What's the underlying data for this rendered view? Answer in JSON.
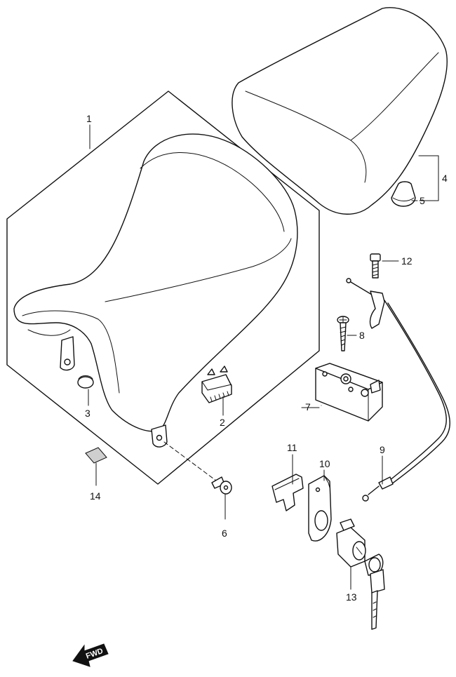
{
  "callouts": [
    {
      "id": "c1",
      "text": "1"
    },
    {
      "id": "c2",
      "text": "2"
    },
    {
      "id": "c3",
      "text": "3"
    },
    {
      "id": "c4",
      "text": "4"
    },
    {
      "id": "c5",
      "text": "5"
    },
    {
      "id": "c6",
      "text": "6"
    },
    {
      "id": "c7",
      "text": "7"
    },
    {
      "id": "c8",
      "text": "8"
    },
    {
      "id": "c9",
      "text": "9"
    },
    {
      "id": "c10",
      "text": "10"
    },
    {
      "id": "c11",
      "text": "11"
    },
    {
      "id": "c12",
      "text": "12"
    },
    {
      "id": "c13",
      "text": "13"
    },
    {
      "id": "c14",
      "text": "14"
    }
  ],
  "forward_arrow": {
    "text": "FWD"
  }
}
